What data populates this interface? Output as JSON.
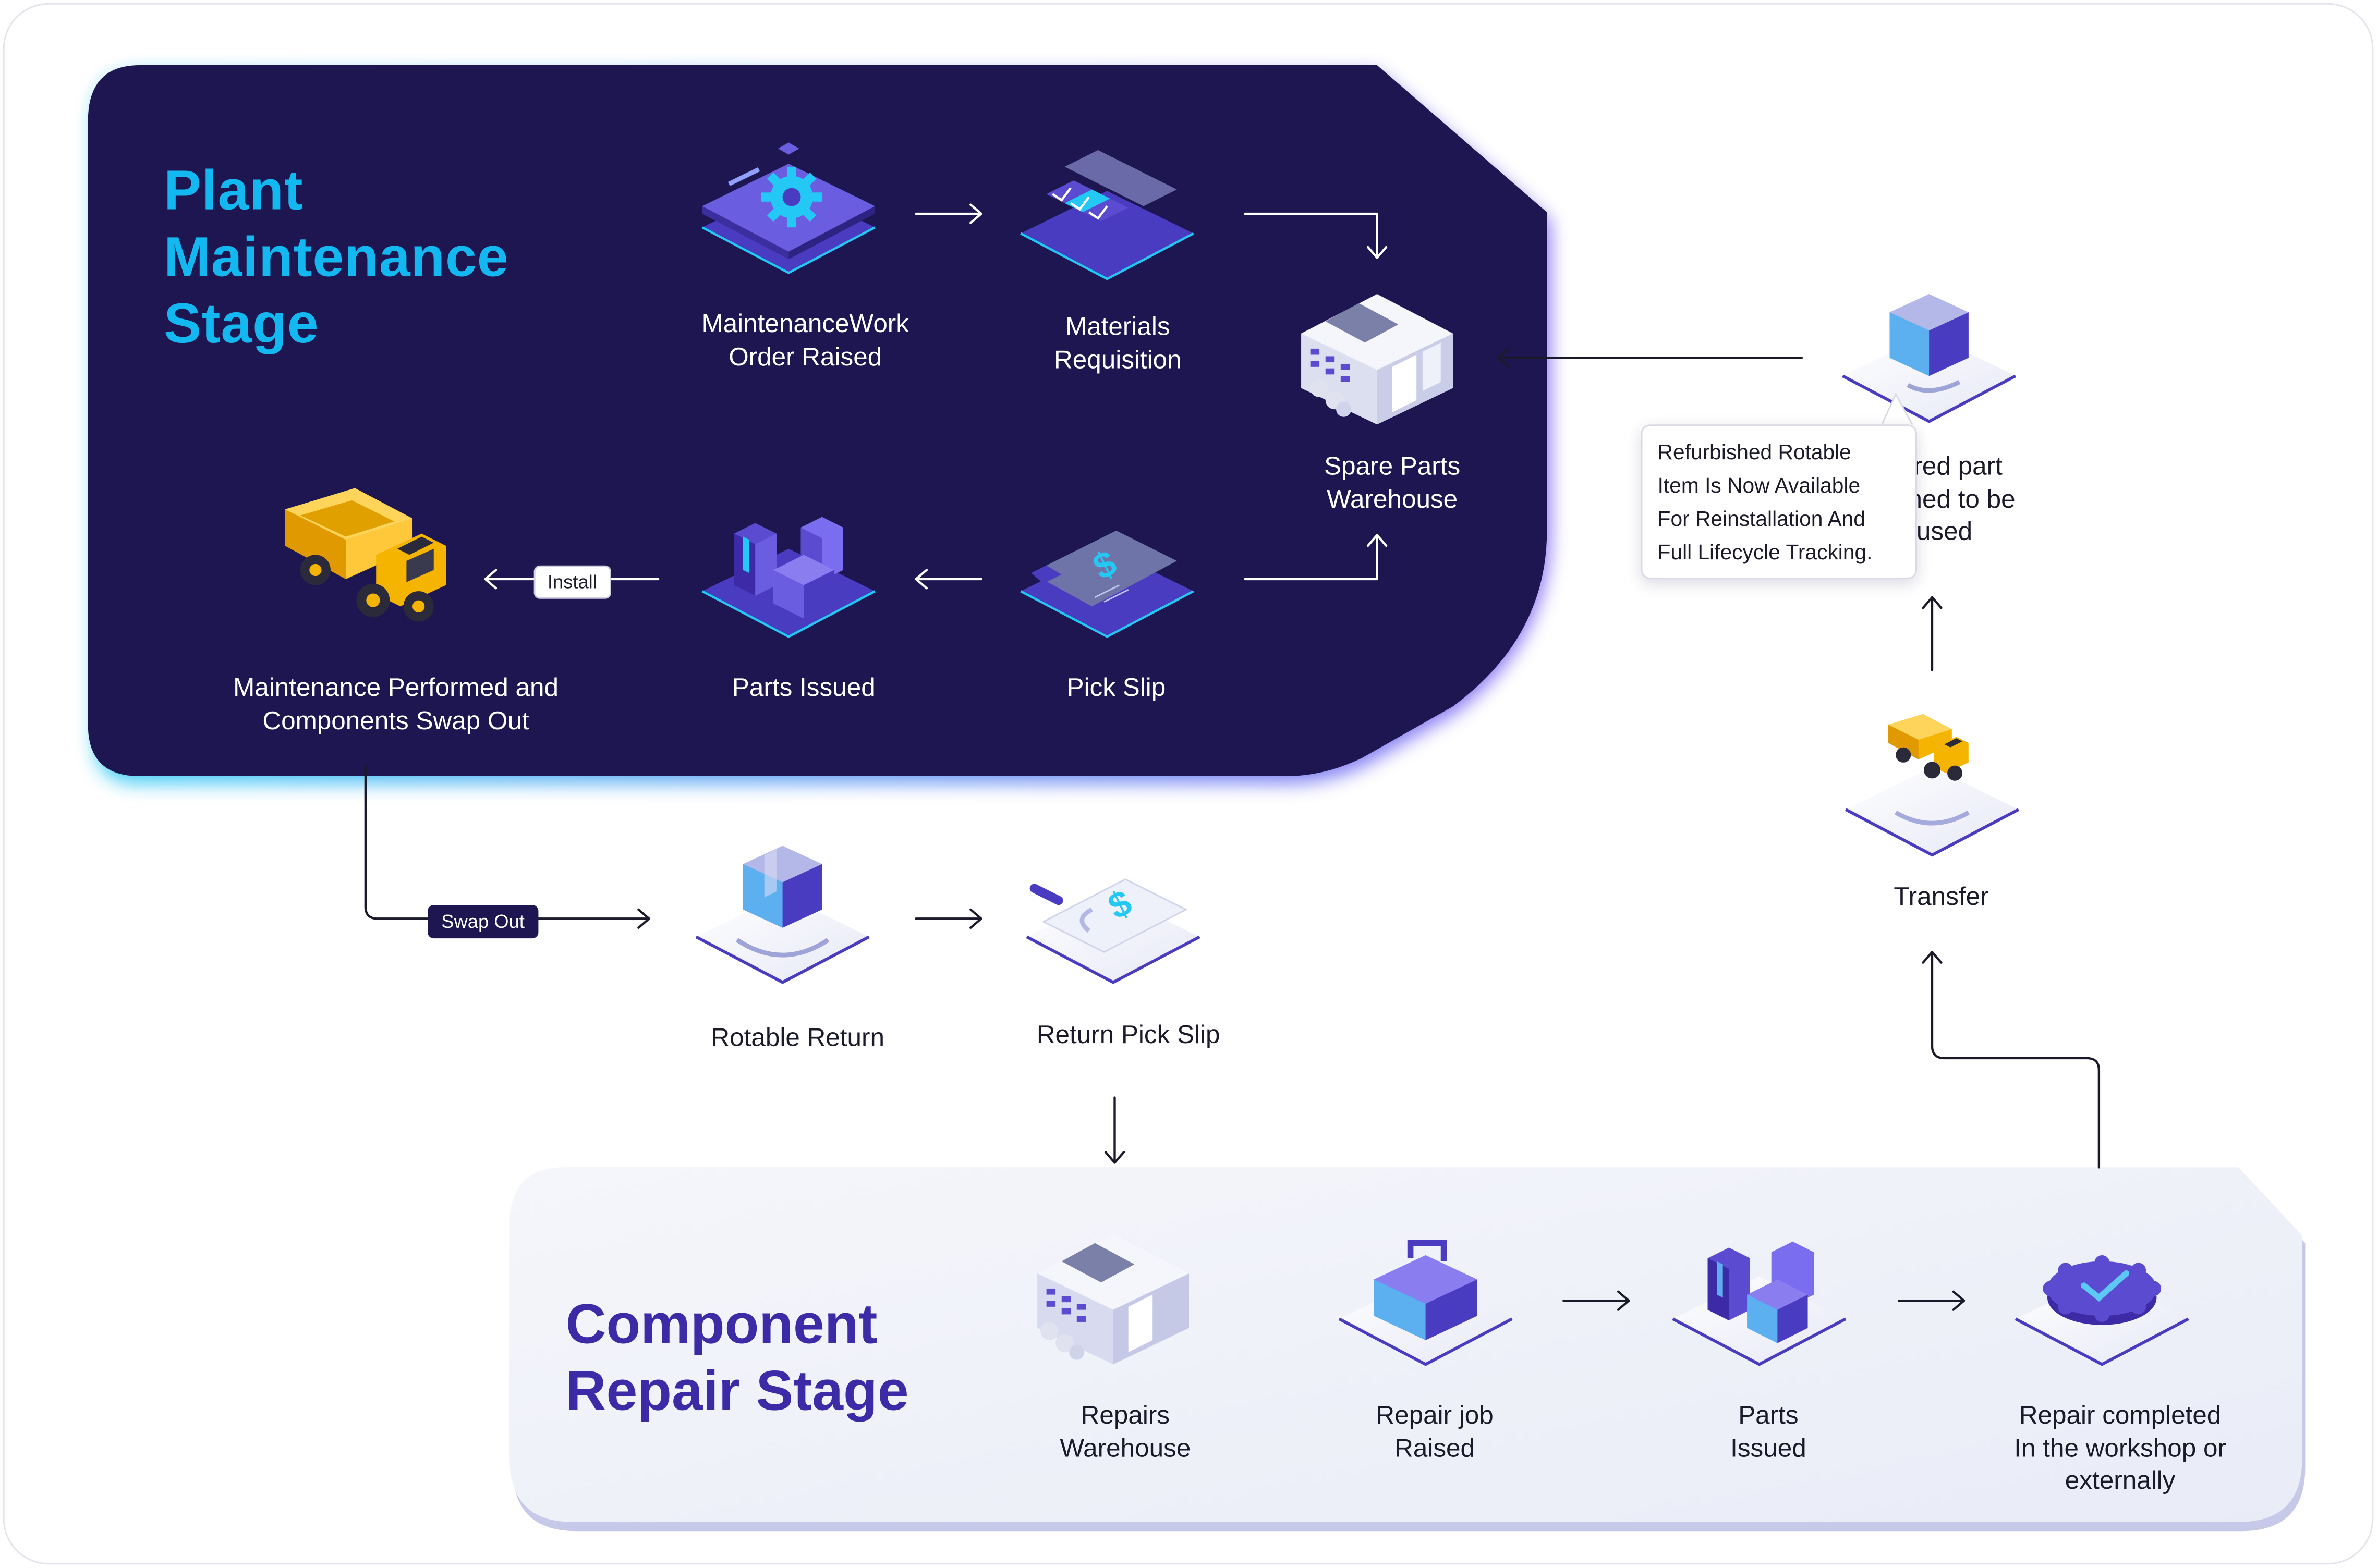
{
  "plant_stage": {
    "title_lines": [
      "Plant",
      "Maintenance",
      "Stage"
    ],
    "nodes": {
      "work_order": "MaintenanceWork\nOrder Raised",
      "materials_requisition": "Materials\nRequisition",
      "spare_parts_warehouse": "Spare Parts\nWarehouse",
      "pick_slip": "Pick Slip",
      "parts_issued": "Parts Issued",
      "maintenance_performed": "Maintenance Performed and\nComponents Swap Out"
    },
    "install_label": "Install"
  },
  "middle": {
    "swap_out_label": "Swap Out",
    "rotable_return": "Rotable Return",
    "return_pick_slip": "Return Pick Slip"
  },
  "right_column": {
    "repaired_part_partial_lines": [
      "ired part",
      "ned to be",
      "-used"
    ],
    "transfer": "Transfer",
    "tooltip_lines": [
      "Refurbished Rotable",
      "Item Is Now Available",
      "For Reinstallation And",
      "Full Lifecycle Tracking."
    ]
  },
  "repair_stage": {
    "title_lines": [
      "Component",
      "Repair Stage"
    ],
    "nodes": {
      "repairs_warehouse": "Repairs\nWarehouse",
      "repair_job": "Repair job\nRaised",
      "parts_issued": "Parts\nIssued",
      "repair_completed": "Repair completed\nIn the workshop or\nexternally"
    }
  },
  "colors": {
    "plant_panel": "#1e1650",
    "plant_title": "#13b8f0",
    "repair_title": "#3d2aa6",
    "repair_panel": "#eef0f8",
    "isometric_purple": "#5c4ad6",
    "truck_yellow": "#f5b400"
  },
  "icons": [
    "gear-icon",
    "checklist-icon",
    "warehouse-icon",
    "dollar-slip-icon",
    "parts-boxes-icon",
    "dump-truck-icon",
    "rotable-cube-icon",
    "return-slip-icon",
    "toolbox-icon",
    "verified-badge-icon",
    "transfer-truck-icon"
  ]
}
